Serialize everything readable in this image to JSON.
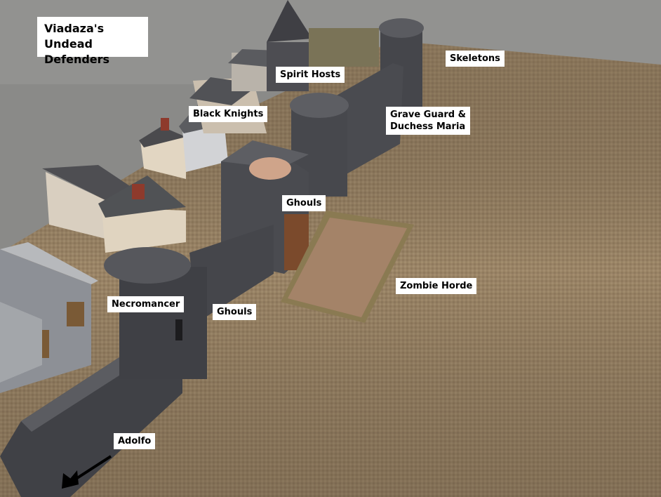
{
  "title": {
    "line1": "Viadaza's Undead",
    "line2": "Defenders"
  },
  "labels": {
    "spirit_hosts": "Spirit Hosts",
    "skeletons": "Skeletons",
    "black_knights": "Black Knights",
    "grave_guard_line1": "Grave Guard &",
    "grave_guard_line2": "Duchess Maria",
    "ghouls_tower": "Ghouls",
    "zombie_horde": "Zombie Horde",
    "necromancer": "Necromancer",
    "ghouls_wall": "Ghouls",
    "adolfo": "Adolfo"
  },
  "colors": {
    "board": "#9c8567",
    "backdrop": "#8a8a88",
    "stone": "#4a4a4e",
    "label_bg": "#ffffff"
  }
}
